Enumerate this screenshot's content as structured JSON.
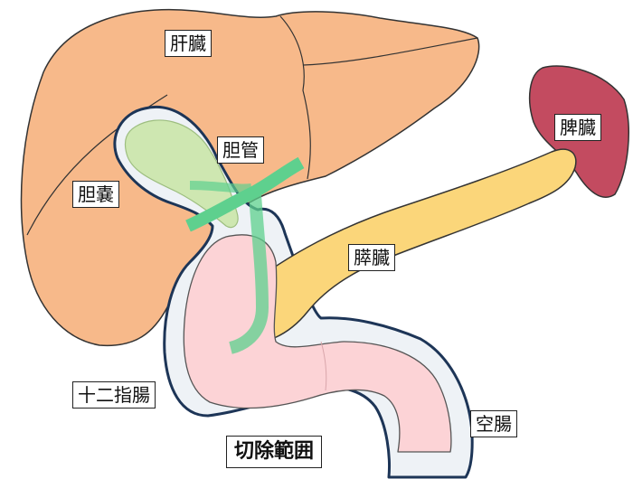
{
  "labels": {
    "liver": "肝臓",
    "gallbladder": "胆嚢",
    "bile_duct": "胆管",
    "spleen": "脾臓",
    "pancreas": "膵臓",
    "duodenum": "十二指腸",
    "jejunum": "空腸",
    "resection": "切除範囲"
  },
  "colors": {
    "liver": "#f7b98a",
    "spleen": "#c34b60",
    "pancreas": "#fbd67a",
    "intestine": "#fcd3d6",
    "gallbladder": "#c9e6a6",
    "bile_duct": "#5ed08e",
    "resection_outline": "#1d3557",
    "resection_fill": "#eef2f6"
  }
}
